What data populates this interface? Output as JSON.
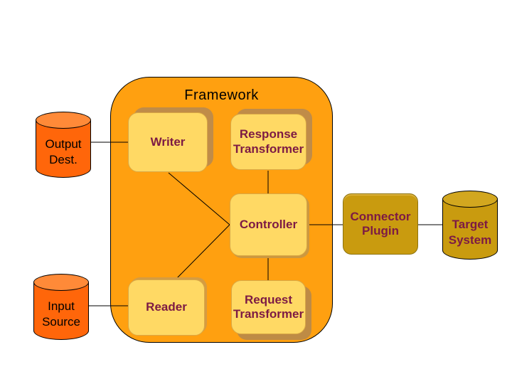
{
  "diagram": {
    "title": "Framework",
    "nodes": {
      "output_dest": {
        "label": "Output Dest."
      },
      "input_source": {
        "label": "Input Source"
      },
      "writer": {
        "label": "Writer"
      },
      "reader": {
        "label": "Reader"
      },
      "response_transformer": {
        "label": "Response Transformer"
      },
      "request_transformer": {
        "label": "Request Transformer"
      },
      "controller": {
        "label": "Controller"
      },
      "connector_plugin": {
        "label": "Connector Plugin"
      },
      "target_system": {
        "label": "Target System"
      }
    },
    "connections": [
      "output-dest to writer",
      "input-source to reader",
      "writer to controller",
      "reader to controller",
      "response-transformer to controller",
      "controller to request-transformer",
      "controller to connector-plugin",
      "connector-plugin to target-system"
    ],
    "colors": {
      "background": "#FFFFFF",
      "framework_fill": "#FFA010",
      "module_fill": "#FFD964",
      "module_shadow": "#C08C48",
      "module_text": "#7C1A44",
      "datastore_fill": "#FF660A",
      "datastore_top": "#FF8A38",
      "plugin_fill": "#C99B0F",
      "plugin_top": "#D2A71F",
      "line": "#000000"
    }
  }
}
